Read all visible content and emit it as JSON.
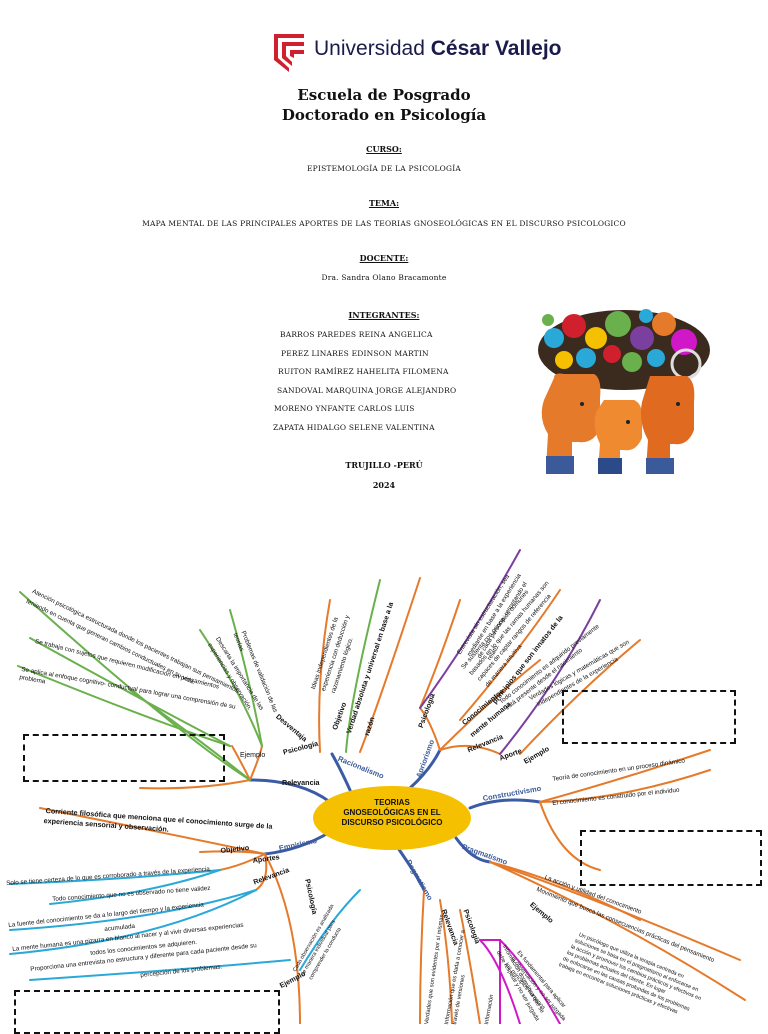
{
  "header": {
    "university_prefix": "Universidad ",
    "university_name": "César Vallejo",
    "school": "Escuela de Posgrado",
    "program": "Doctorado en Psicología"
  },
  "course": {
    "label": "CURSO:",
    "value": "EPISTEMOLOGÍA DE LA PSICOLOGÍA"
  },
  "topic": {
    "label": "TEMA:",
    "value": "MAPA MENTAL DE LAS PRINCIPALES APORTES DE LAS TEORIAS GNOSEOLÓGICAS EN EL DISCURSO PSICOLOGICO"
  },
  "teacher": {
    "label": "DOCENTE:",
    "value": "Dra. Sandra Olano Bracamonte"
  },
  "members": {
    "label": "INTEGRANTES:",
    "names": [
      "BARROS PAREDES REINA ANGELICA",
      "PEREZ LINARES EDINSON MARTIN",
      "RUITON RAMÍREZ HAHELITA FILOMENA",
      "SANDOVAL MARQUINA JORGE ALEJANDRO",
      "MORENO YNFANTE CARLOS LUIS",
      "ZAPATA HIDALGO SELENE VALENTINA"
    ]
  },
  "location": "TRUJILLO -PERÚ",
  "year": "2024",
  "colors": {
    "brand_red": "#d0202e",
    "center_yellow": "#f5c000",
    "branch_blue": "#3b5ba5",
    "orange": "#e57a2b",
    "green": "#6ab04c",
    "cyan": "#2aa8d8",
    "purple": "#7b3fa0",
    "magenta": "#d018c8"
  },
  "mind_map": {
    "center_line1": "TEORIAS",
    "center_line2": "GNOSEOLÓGICAS EN EL",
    "center_line3": "DISCURSO PSICOLÓGICO",
    "branches": {
      "racionalismo": "Racionalismo",
      "apriorismo": "Apriorismo",
      "constructivismo": "Constructivismo",
      "pragmatismo": "Pragmatismo",
      "dogmatismo": "Dogmatismo",
      "empirismo": "Empirismo"
    },
    "racionalismo": {
      "desventaja": "Desventaja",
      "psicologia": "Psicología",
      "ejemplo": "Ejemplo",
      "relevancia": "Relevancia",
      "objetivo": "Objetivo",
      "verdad": "Verdad absoluta y universal en base a la",
      "razon": "razón",
      "obj_text1": "Ideas independientes de la",
      "obj_text2": "experiencia con deducción y",
      "obj_text3": "razonamiento lógico.",
      "des_text1": "Problemas de validación de las",
      "des_text2": "teorías",
      "des_text3": "Descarta la importancia de las",
      "des_text4": "experiencias y observación.",
      "ej_text1": "Atención psicológica estructurada donde los pacientes trabajan sus pensamientos",
      "ej_text2": "teniendo en cuenta que generan cambios conductuales en su vida.",
      "ej_text3": "Se trabaja con sujetos que requieren modificación en pensamientos",
      "ej_text4": "Se aplica al enfoque cognitivo- conductual para lograr una comprensión de su",
      "ej_text5": "problema"
    },
    "apriorismo": {
      "psicologia": "Psicología",
      "conocimientos": "Conocimientos",
      "mente": "mente humana",
      "relevancia": "Relevancia",
      "aporte": "Aporte",
      "ejemplo": "Ejemplo",
      "principios": "principios que son innatos de la",
      "text1": "Entrevista sin estructuración, sea",
      "text2": "mediante en base a la experiencia",
      "text3": "de cada persona, respetando el",
      "text4": "relato.",
      "text5": "Se sustenta con principios comunes",
      "text6": "basados en lo que las ramas humanas son",
      "text7": "capaces de captar rangos de referencia",
      "text8": "de manera intuitiva",
      "text9": "Todo conocimiento es adquirido previamente",
      "text10": "está presente desde el nacimiento",
      "text11": "Verdades lógicas y matemáticas que son",
      "text12": "independientes de la experiencia"
    },
    "constructivismo": {
      "text1": "Teoría de conocimiento en un proceso dinámico",
      "text2": "El conocimiento es construido por el individuo"
    },
    "pragmatismo": {
      "ejemplo": "Ejemplo",
      "text1": "La acción y utilidad del conocimiento",
      "text2": "Movimiento que busca las consecuencias prácticas del pensamiento",
      "text3": "Un psicólogo que utiliza la terapia centrada en",
      "text4": "soluciones se basa en el pragmatismo al enfocarse en",
      "text5": "la acción y promover los cambios prácticos y efectivos en",
      "text6": "los problemas actuales del cliente. En lugar",
      "text7": "de enfocarse en las causas profundas de los problemas",
      "text8": "trabaja en encontrar soluciones prácticas y efectivas"
    },
    "dogmatismo": {
      "psicologia": "Psicología",
      "relevancia": "Relevancia",
      "text1": "Verdades que son evidentes por sí mismas",
      "text2": "Información que es dada a conocer a",
      "text3": "través de versiones",
      "text4": "Información",
      "text5": "Información dogmática que se",
      "text6": "debe respetar y no ser juzgada",
      "text7": "Es fundamental para aplicar",
      "text8": "la observación y no ser juzgada",
      "text9": "los principios humanos"
    },
    "empirismo": {
      "objetivo": "Objetivo",
      "aportes": "Aportes",
      "relevancia": "Relevancia",
      "psicologia": "Psicología",
      "ejemplo": "Ejemplo",
      "def1": "Corriente filosófica que menciona que el conocimiento surge de la",
      "def2": "experiencia sensorial y observación.",
      "text1": "Solo se tiene certeza de lo que es corroborado a través de la experiencia.",
      "text2": "Todo conocimiento que no es observado no tiene validez",
      "text3": "La fuente del conocimiento se da a lo largo del tiempo y la experiencia",
      "text4": "acumulada",
      "text5": "La mente humana es una pizarra en blanco al nacer y al vivir diversas experiencias",
      "text6": "todos los conocimientos se adquieren.",
      "text7": "Proporciona una entrevista no estructura y diferente para cada paciente desde su",
      "text8": "percepción de los problemas.",
      "text9": "Cada observación es analizada",
      "text10": "de manera individual para",
      "text11": "comprender la conducta"
    }
  }
}
